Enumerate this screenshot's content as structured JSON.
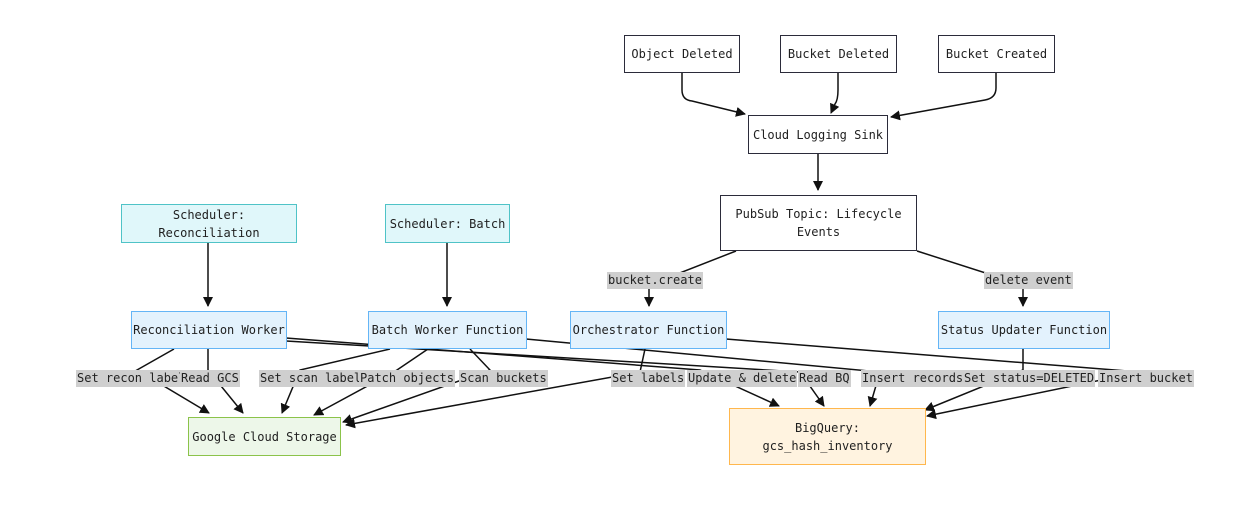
{
  "nodes": {
    "object_deleted": "Object Deleted",
    "bucket_deleted": "Bucket Deleted",
    "bucket_created": "Bucket Created",
    "logging_sink": "Cloud Logging Sink",
    "pubsub_topic": "PubSub Topic: Lifecycle\nEvents",
    "scheduler_reconciliation": "Scheduler: Reconciliation",
    "scheduler_batch": "Scheduler: Batch",
    "reconciliation_worker": "Reconciliation Worker",
    "batch_worker": "Batch Worker Function",
    "orchestrator": "Orchestrator Function",
    "status_updater": "Status Updater Function",
    "gcs": "Google Cloud Storage",
    "bigquery": "BigQuery:\ngcs_hash_inventory"
  },
  "edge_labels": {
    "bucket_create": "bucket.create",
    "delete_event": "delete event",
    "set_recon_label": "Set recon label",
    "read_gcs": "Read GCS",
    "set_scan_label": "Set scan label",
    "patch_objects": "Patch objects",
    "scan_buckets": "Scan buckets",
    "set_labels": "Set labels",
    "update_delete": "Update & delete",
    "read_bq": "Read BQ",
    "insert_records": "Insert records",
    "set_status_deleted": "Set status=DELETED",
    "insert_bucket": "Insert bucket"
  },
  "colors": {
    "edge": "#111111",
    "default_border": "#2b2b3a",
    "scheduler_fill": "#e0f7fa",
    "function_fill": "#e3f2fd",
    "storage_fill": "#edf7e9",
    "bigquery_fill": "#fff3e0",
    "label_bg": "#cfcfcf"
  }
}
